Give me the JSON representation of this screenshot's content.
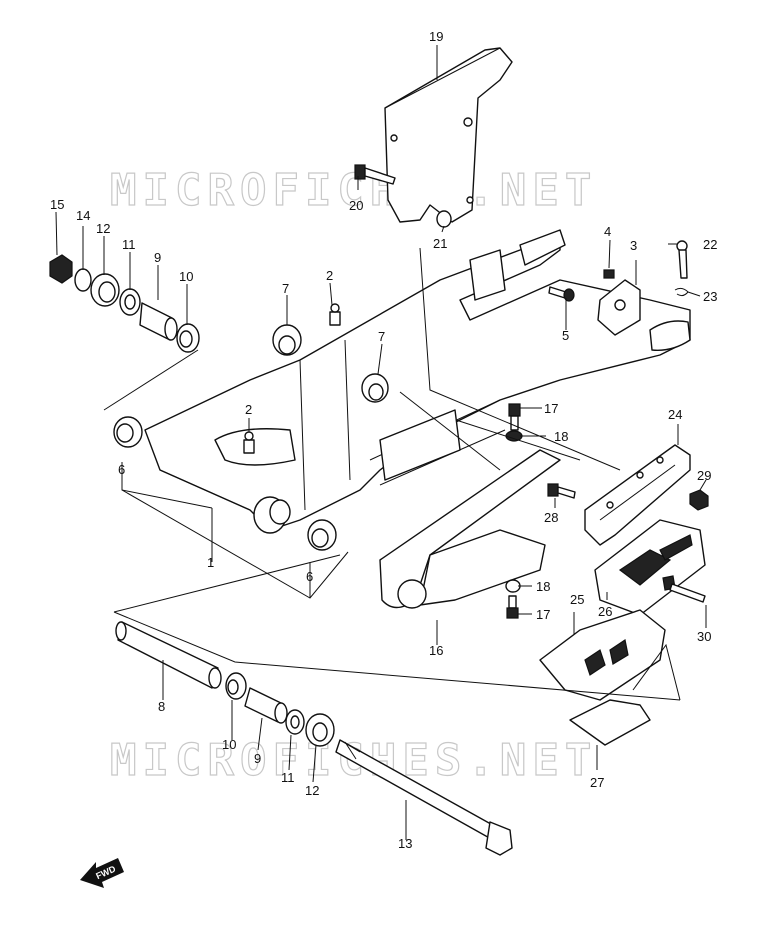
{
  "watermarks": [
    "MICROFICHES.NET",
    "MICROFICHES.NET"
  ],
  "fwd_label": "FWD",
  "callouts": {
    "c1": "1",
    "c2a": "2",
    "c2b": "2",
    "c3": "3",
    "c4": "4",
    "c5": "5",
    "c6a": "6",
    "c6b": "6",
    "c7a": "7",
    "c7b": "7",
    "c8": "8",
    "c9a": "9",
    "c9b": "9",
    "c10a": "10",
    "c10b": "10",
    "c11a": "11",
    "c11b": "11",
    "c12a": "12",
    "c12b": "12",
    "c13": "13",
    "c14": "14",
    "c15": "15",
    "c16": "16",
    "c17a": "17",
    "c17b": "17",
    "c18a": "18",
    "c18b": "18",
    "c19": "19",
    "c20": "20",
    "c21": "21",
    "c22": "22",
    "c23": "23",
    "c24": "24",
    "c25": "25",
    "c26": "26",
    "c27": "27",
    "c28": "28",
    "c29": "29",
    "c30": "30"
  }
}
